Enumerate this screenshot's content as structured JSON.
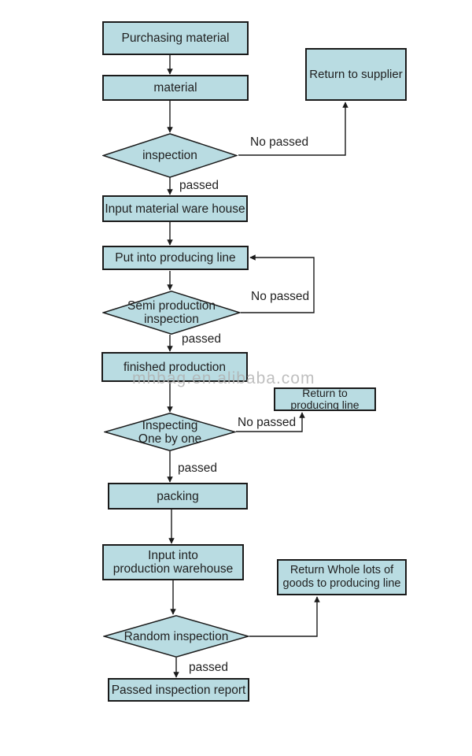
{
  "colors": {
    "node_fill": "#b9dce2",
    "node_border": "#1a1a1a",
    "text": "#1f1f1f",
    "line": "#1a1a1a",
    "watermark": "#b0b0b0",
    "background": "#ffffff"
  },
  "watermark": {
    "text": "mhbag.en.alibaba.com"
  },
  "edge_labels": {
    "passed": "passed",
    "no_passed": "No passed"
  },
  "nodes": {
    "purchasing_material": {
      "label": "Purchasing material"
    },
    "material": {
      "label": "material"
    },
    "inspection": {
      "label": "inspection"
    },
    "return_to_supplier": {
      "label": "Return to supplier"
    },
    "input_material_ware_house": {
      "label": "Input material ware house"
    },
    "put_into_producing_line": {
      "label": "Put into producing line"
    },
    "semi_production_inspection": {
      "line1": "Semi production",
      "line2": "inspection"
    },
    "finished_production": {
      "label": "finished production"
    },
    "inspecting_one_by_one": {
      "line1": "Inspecting",
      "line2": "One by one"
    },
    "return_to_producing_line": {
      "line1": "Return to",
      "line2": "producing line"
    },
    "packing": {
      "label": "packing"
    },
    "input_into_production_warehouse": {
      "line1": "Input into",
      "line2": "production warehouse"
    },
    "random_inspection": {
      "label": "Random inspection"
    },
    "return_whole_lots": {
      "line1": "Return Whole lots of",
      "line2": "goods to producing line"
    },
    "passed_inspection_report": {
      "label": "Passed inspection report"
    }
  }
}
